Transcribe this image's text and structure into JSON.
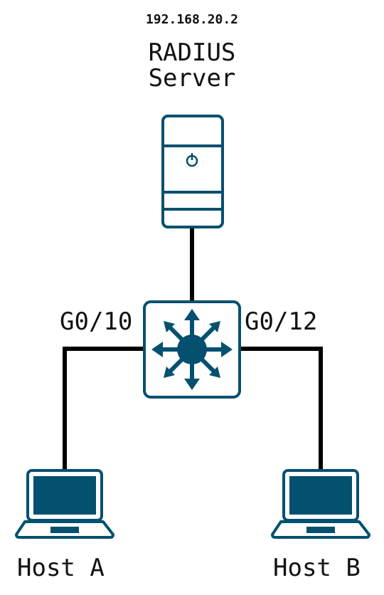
{
  "server": {
    "ip": "192.168.20.2",
    "name": "RADIUS\nServer",
    "icon": "server-icon"
  },
  "switch": {
    "icon": "multilayer-switch-icon",
    "port_left": "G0/10",
    "port_right": "G0/12"
  },
  "hosts": [
    {
      "label": "Host A",
      "icon": "laptop-icon"
    },
    {
      "label": "Host B",
      "icon": "laptop-icon"
    }
  ],
  "colors": {
    "device": "#04506f",
    "link": "#000000"
  }
}
